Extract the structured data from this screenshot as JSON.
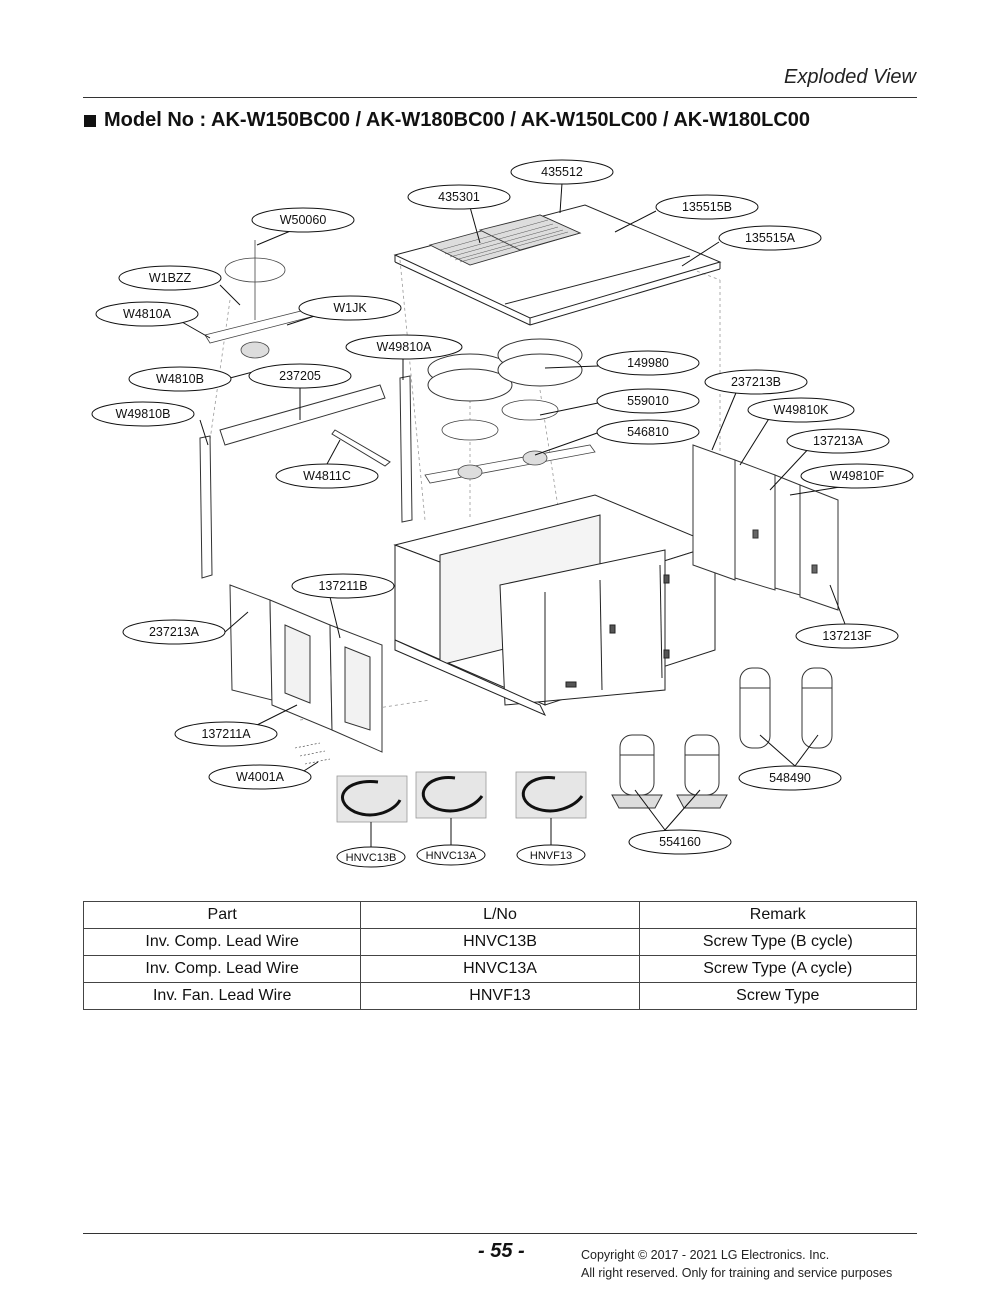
{
  "header": {
    "section_title": "Exploded View",
    "model_title": "Model No : AK-W150BC00 / AK-W180BC00 / AK-W150LC00 / AK-W180LC00"
  },
  "diagram": {
    "callouts": [
      "435512",
      "435301",
      "135515B",
      "W50060",
      "135515A",
      "W1BZZ",
      "W1JK",
      "W4810A",
      "W49810A",
      "149980",
      "W4810B",
      "237205",
      "237213B",
      "559010",
      "W49810B",
      "W49810K",
      "546810",
      "137213A",
      "W4811C",
      "W49810F",
      "137211B",
      "237213A",
      "137213F",
      "137211A",
      "W4001A",
      "548490",
      "554160",
      "HNVC13B",
      "HNVC13A",
      "HNVF13"
    ]
  },
  "table": {
    "headers": [
      "Part",
      "L/No",
      "Remark"
    ],
    "rows": [
      [
        "Inv. Comp. Lead Wire",
        "HNVC13B",
        "Screw Type (B cycle)"
      ],
      [
        "Inv. Comp. Lead Wire",
        "HNVC13A",
        "Screw Type (A cycle)"
      ],
      [
        "Inv. Fan. Lead Wire",
        "HNVF13",
        "Screw Type"
      ]
    ]
  },
  "footer": {
    "page_number": "- 55 -",
    "copyright_line1": "Copyright © 2017 - 2021 LG Electronics. Inc.",
    "copyright_line2": "All right reserved. Only for training and service purposes"
  }
}
